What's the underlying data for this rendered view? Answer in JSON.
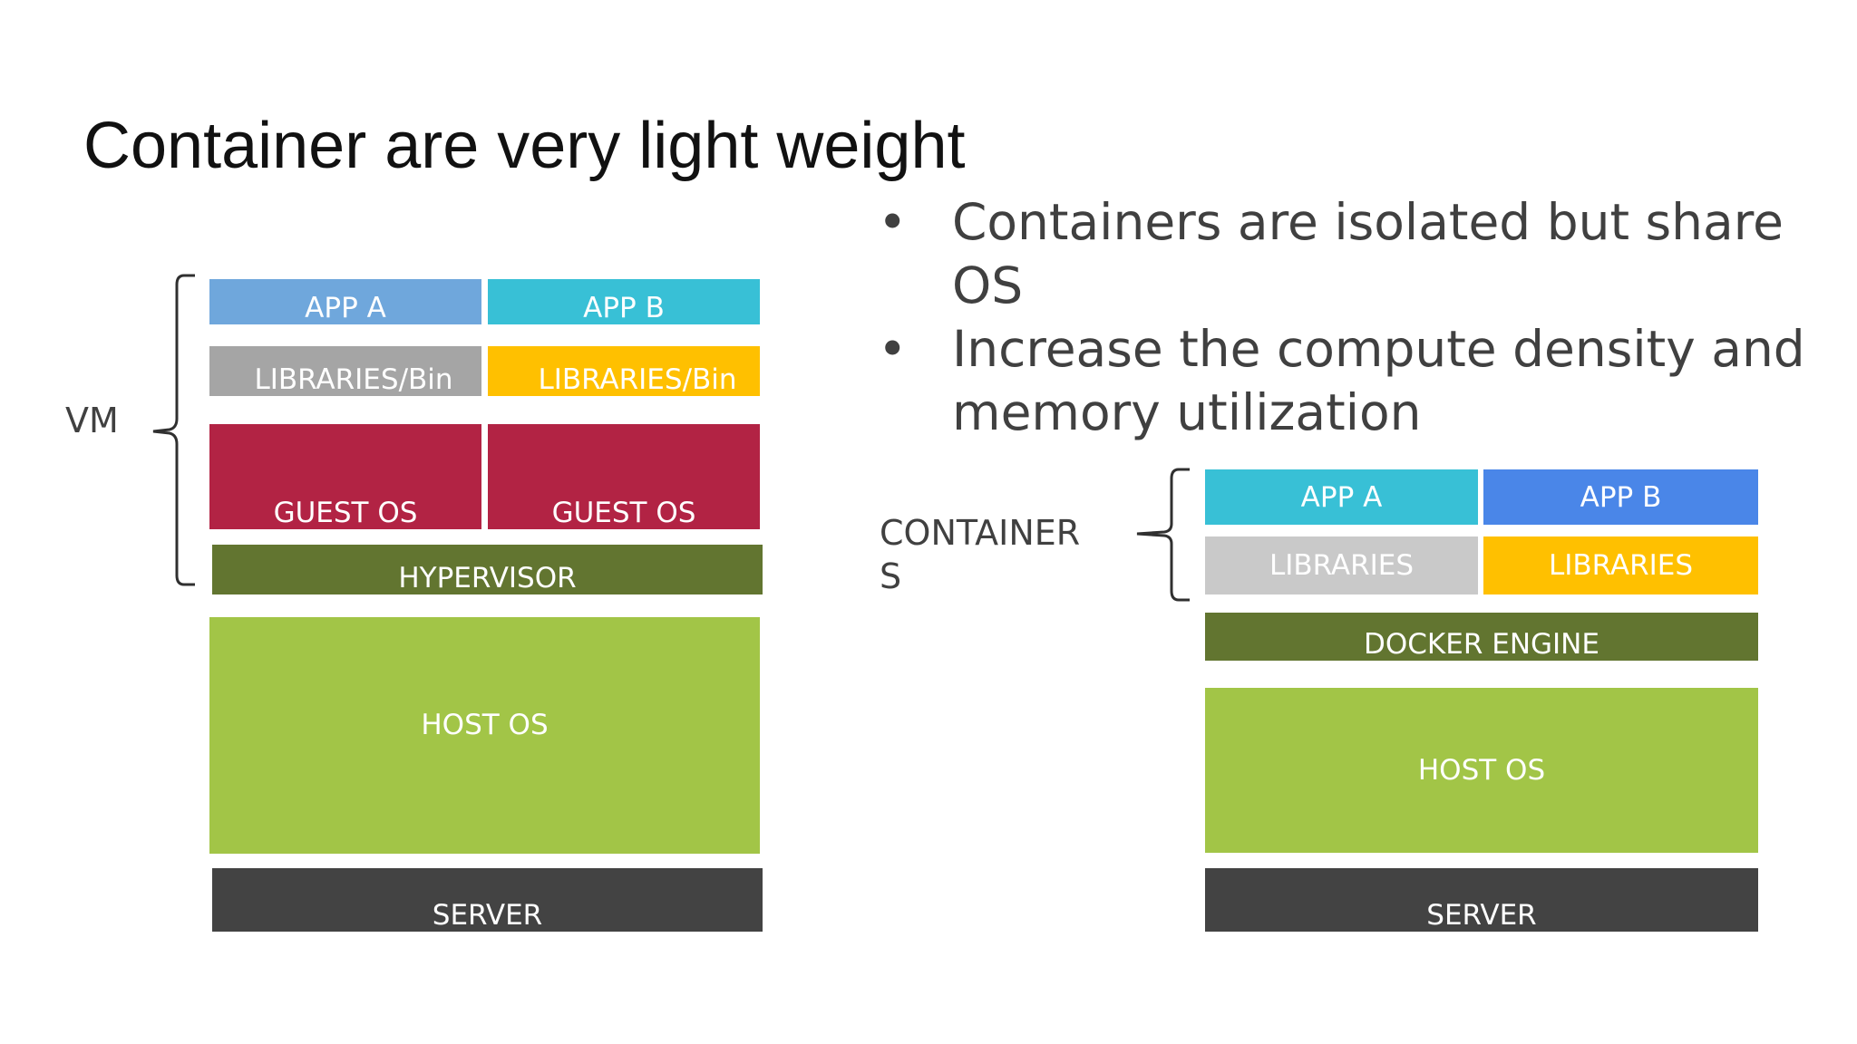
{
  "slide": {
    "title": "Container are very light weight",
    "bullets": [
      "Containers are isolated but share OS",
      "Increase the compute density and memory utilization"
    ]
  },
  "vm_stack": {
    "label": "VM",
    "app_a": "APP A",
    "app_b": "APP B",
    "libraries_a": "LIBRARIES/Bin",
    "libraries_b": "LIBRARIES/Bin",
    "guest_os_a": "GUEST OS",
    "guest_os_b": "GUEST OS",
    "hypervisor": "HYPERVISOR",
    "host_os": "HOST OS",
    "server": "SERVER"
  },
  "container_stack": {
    "label_line1": "CONTAINER",
    "label_line2": "S",
    "app_a": "APP A",
    "app_b": "APP B",
    "libraries_a": "LIBRARIES",
    "libraries_b": "LIBRARIES",
    "docker_engine": "DOCKER ENGINE",
    "host_os": "HOST OS",
    "server": "SERVER"
  },
  "colors": {
    "app_blue": "#6fa7dc",
    "app_cyan": "#38c0d6",
    "app_royal": "#4a86e8",
    "lib_gray": "#a5a5a5",
    "lib_light_gray": "#c9c9c9",
    "lib_yellow": "#ffc000",
    "guest_os_red": "#b22344",
    "hypervisor_olive": "#627530",
    "host_os_green": "#a2c547",
    "server_dark": "#434343"
  }
}
